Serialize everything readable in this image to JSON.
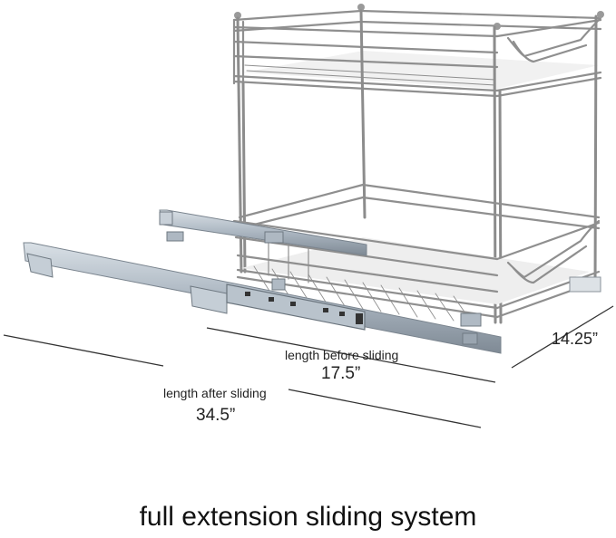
{
  "dimensions": {
    "depth_value": "14.25”",
    "before_label": "length before sliding",
    "before_value": "17.5”",
    "after_label": "length after sliding",
    "after_value": "34.5”"
  },
  "caption": "full extension sliding system",
  "colors": {
    "chrome": "#9a9a9a",
    "chrome_dark": "#6e6e6e",
    "zinc_rail": "#b8c2cc",
    "shelf_liner": "#f2f2f2",
    "dimension_line": "#333333"
  }
}
